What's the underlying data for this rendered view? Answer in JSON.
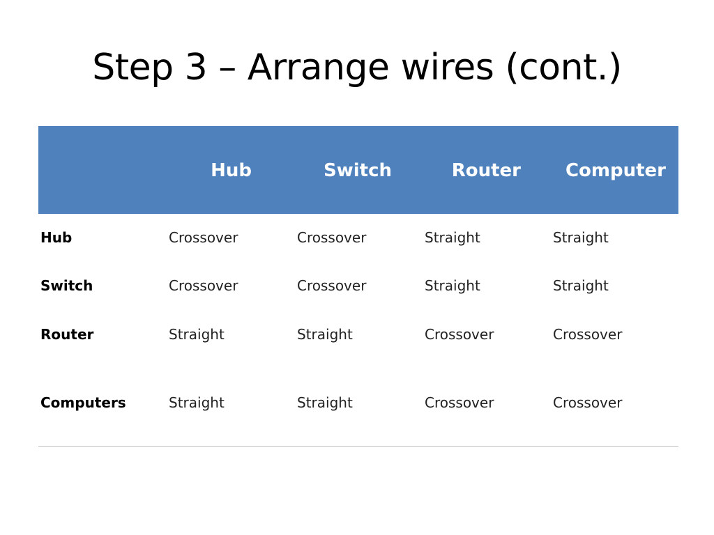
{
  "slide": {
    "title": "Step 3 – Arrange wires (cont.)"
  },
  "table": {
    "columns": [
      "",
      "Hub",
      "Switch",
      "Router",
      "Computer"
    ],
    "rows": [
      {
        "label": "Hub",
        "cells": [
          "Crossover",
          "Crossover",
          "Straight",
          "Straight"
        ]
      },
      {
        "label": "Switch",
        "cells": [
          "Crossover",
          "Crossover",
          "Straight",
          "Straight"
        ]
      },
      {
        "label": "Router",
        "cells": [
          "Straight",
          "Straight",
          "Crossover",
          "Crossover"
        ]
      },
      {
        "label": "Computers",
        "cells": [
          "Straight",
          "Straight",
          "Crossover",
          "Crossover"
        ]
      }
    ],
    "header_bg": "#4f81bd",
    "header_text_color": "#ffffff"
  }
}
